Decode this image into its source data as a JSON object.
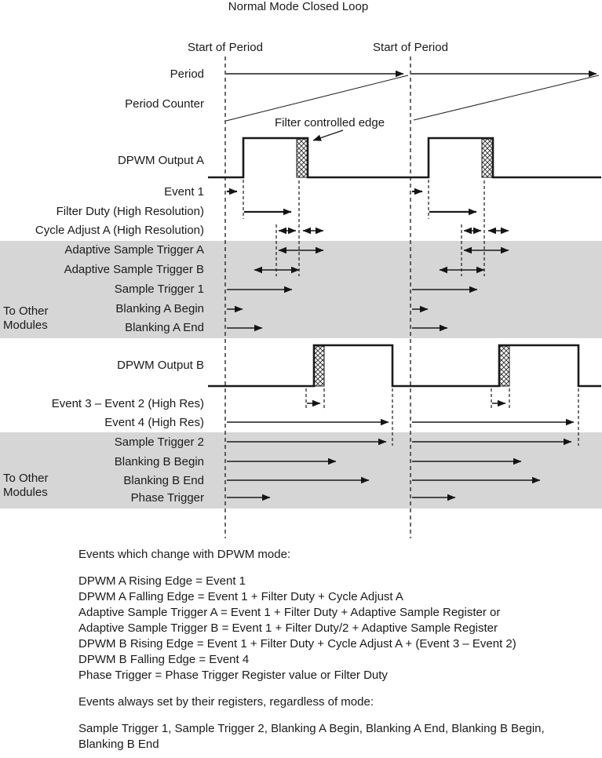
{
  "title": "Normal Mode Closed Loop",
  "colors": {
    "band": "#d6d6d6",
    "ink": "#1a1a1a"
  },
  "diagram": {
    "start_of_period_left": "Start of Period",
    "start_of_period_right": "Start of Period",
    "filter_controlled_edge": "Filter controlled edge",
    "rows": {
      "period": "Period",
      "period_counter": "Period Counter",
      "dpwm_output_a": "DPWM Output A",
      "event_1": "Event 1",
      "filter_duty": "Filter Duty (High Resolution)",
      "cycle_adjust_a": "Cycle Adjust A (High Resolution)",
      "adaptive_sample_trigger_a": "Adaptive Sample Trigger A",
      "adaptive_sample_trigger_b": "Adaptive Sample Trigger B",
      "sample_trigger_1": "Sample Trigger 1",
      "blanking_a_begin": "Blanking A Begin",
      "blanking_a_end": "Blanking A End",
      "dpwm_output_b": "DPWM Output B",
      "event_3_minus_2": "Event 3 – Event 2 (High Res)",
      "event_4": "Event 4 (High Res)",
      "sample_trigger_2": "Sample Trigger 2",
      "blanking_b_begin": "Blanking B Begin",
      "blanking_b_end": "Blanking B End",
      "phase_trigger": "Phase Trigger"
    },
    "to_other_modules_a": {
      "line1": "To Other",
      "line2": "Modules"
    },
    "to_other_modules_b": {
      "line1": "To Other",
      "line2": "Modules"
    }
  },
  "notes": {
    "heading_mode": "Events which change with DPWM mode:",
    "mode_lines": [
      "DPWM A Rising Edge = Event 1",
      "DPWM A Falling Edge = Event 1 + Filter Duty + Cycle Adjust A",
      "Adaptive Sample Trigger A = Event 1 + Filter Duty + Adaptive Sample Register or",
      "Adaptive Sample Trigger B = Event 1 + Filter Duty/2 + Adaptive Sample Register",
      "DPWM B Rising Edge = Event 1 + Filter Duty + Cycle Adjust A + (Event 3 – Event 2)",
      "DPWM B Falling Edge = Event 4",
      "Phase Trigger = Phase Trigger Register value or Filter Duty"
    ],
    "heading_registers": "Events always set by their registers, regardless of mode:",
    "register_line": "Sample Trigger 1, Sample Trigger 2, Blanking A Begin, Blanking A End, Blanking B Begin, Blanking B End"
  }
}
